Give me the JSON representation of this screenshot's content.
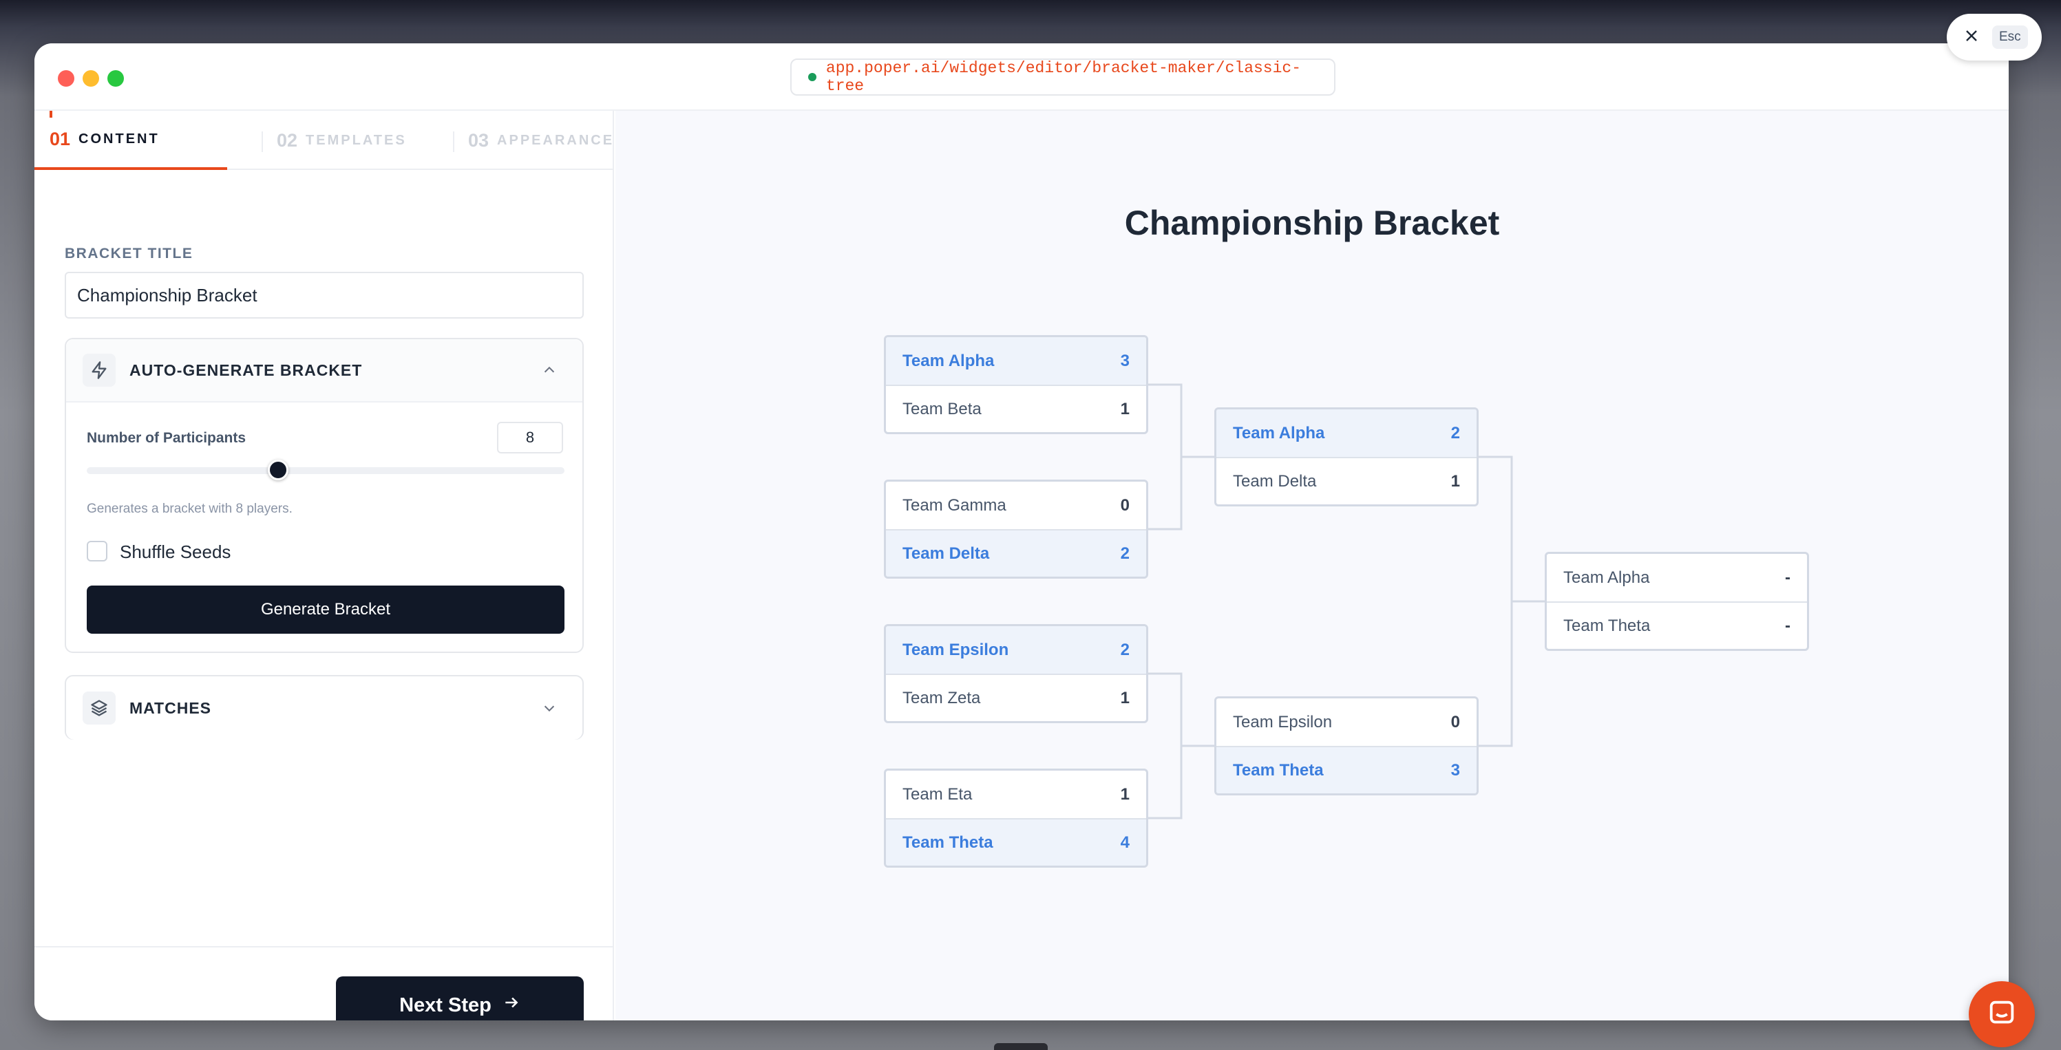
{
  "window": {
    "url": "app.poper.ai/widgets/editor/bracket-maker/classic-tree"
  },
  "overlay": {
    "esc_label": "Esc"
  },
  "tabs": [
    {
      "num": "01",
      "label": "CONTENT"
    },
    {
      "num": "02",
      "label": "TEMPLATES"
    },
    {
      "num": "03",
      "label": "APPEARANCE"
    }
  ],
  "form": {
    "bracket_title_label": "BRACKET TITLE",
    "bracket_title_value": "Championship Bracket",
    "auto_generate": {
      "title": "AUTO-GENERATE BRACKET",
      "participants_label": "Number of Participants",
      "participants_value": "8",
      "slider_fraction": 0.4,
      "hint": "Generates a bracket with 8 players.",
      "shuffle_label": "Shuffle Seeds",
      "shuffle_checked": false,
      "generate_label": "Generate Bracket"
    },
    "matches_title": "MATCHES",
    "next_label": "Next Step"
  },
  "bracket": {
    "title": "Championship Bracket",
    "rounds": [
      [
        {
          "a": {
            "name": "Team Alpha",
            "score": "3",
            "win": true
          },
          "b": {
            "name": "Team Beta",
            "score": "1",
            "win": false
          }
        },
        {
          "a": {
            "name": "Team Gamma",
            "score": "0",
            "win": false
          },
          "b": {
            "name": "Team Delta",
            "score": "2",
            "win": true
          }
        },
        {
          "a": {
            "name": "Team Epsilon",
            "score": "2",
            "win": true
          },
          "b": {
            "name": "Team Zeta",
            "score": "1",
            "win": false
          }
        },
        {
          "a": {
            "name": "Team Eta",
            "score": "1",
            "win": false
          },
          "b": {
            "name": "Team Theta",
            "score": "4",
            "win": true
          }
        }
      ],
      [
        {
          "a": {
            "name": "Team Alpha",
            "score": "2",
            "win": true
          },
          "b": {
            "name": "Team Delta",
            "score": "1",
            "win": false
          }
        },
        {
          "a": {
            "name": "Team Epsilon",
            "score": "0",
            "win": false
          },
          "b": {
            "name": "Team Theta",
            "score": "3",
            "win": true
          }
        }
      ],
      [
        {
          "a": {
            "name": "Team Alpha",
            "score": "-",
            "win": false
          },
          "b": {
            "name": "Team Theta",
            "score": "-",
            "win": false
          }
        }
      ]
    ]
  },
  "colors": {
    "accent": "#e8481c",
    "primary_dark": "#111827",
    "winner_text": "#3b7ddd",
    "winner_bg": "#eef3fb"
  }
}
